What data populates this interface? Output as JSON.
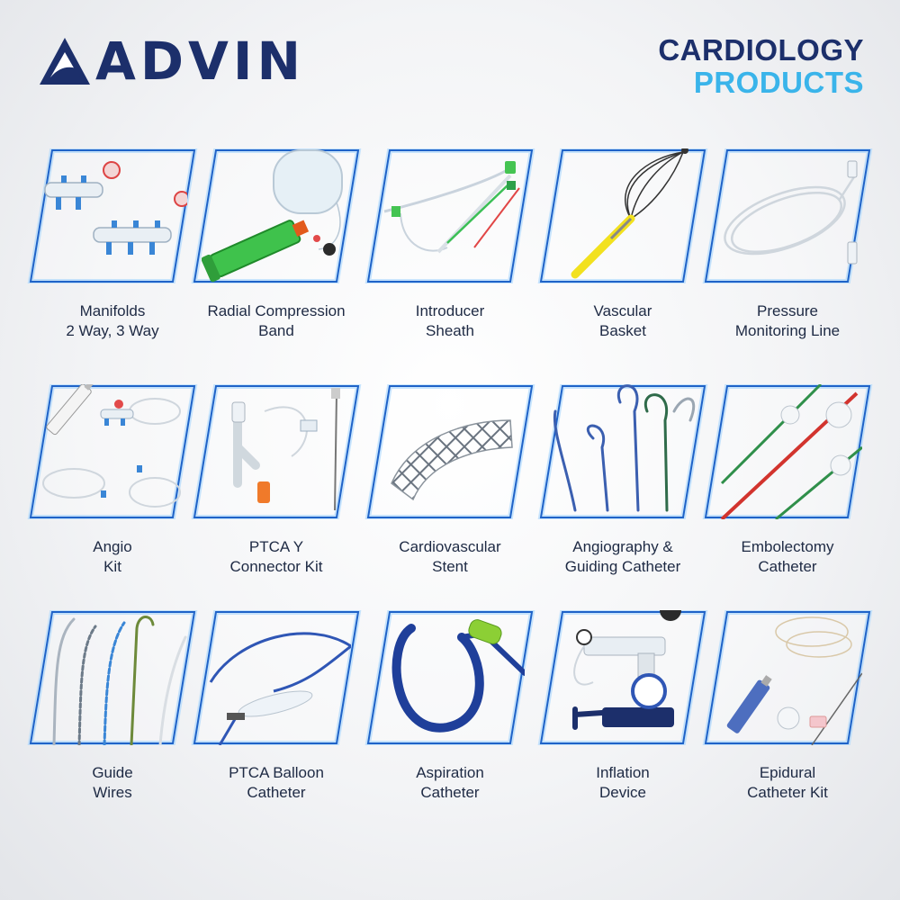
{
  "brand": {
    "name": "ADVIN"
  },
  "heading": {
    "line1": "CARDIOLOGY",
    "line2": "PRODUCTS"
  },
  "colors": {
    "navy": "#1c2f6b",
    "sky": "#3ab4ea",
    "frame": "#1f63c8"
  },
  "products": [
    {
      "line1": "Manifolds",
      "line2": "2 Way, 3 Way",
      "icon": "manifold-icon"
    },
    {
      "line1": "Radial Compression",
      "line2": "Band",
      "icon": "compression-band-icon"
    },
    {
      "line1": "Introducer",
      "line2": "Sheath",
      "icon": "introducer-sheath-icon"
    },
    {
      "line1": "Vascular",
      "line2": "Basket",
      "icon": "vascular-basket-icon"
    },
    {
      "line1": "Pressure",
      "line2": "Monitoring Line",
      "icon": "pressure-line-icon"
    },
    {
      "line1": "Angio",
      "line2": "Kit",
      "icon": "angio-kit-icon"
    },
    {
      "line1": "PTCA Y",
      "line2": "Connector Kit",
      "icon": "y-connector-icon"
    },
    {
      "line1": "Cardiovascular",
      "line2": "Stent",
      "icon": "stent-icon"
    },
    {
      "line1": "Angiography &",
      "line2": "Guiding Catheter",
      "icon": "guiding-catheter-icon"
    },
    {
      "line1": "Embolectomy",
      "line2": "Catheter",
      "icon": "embolectomy-catheter-icon"
    },
    {
      "line1": "Guide",
      "line2": "Wires",
      "icon": "guide-wires-icon"
    },
    {
      "line1": "PTCA Balloon",
      "line2": "Catheter",
      "icon": "balloon-catheter-icon"
    },
    {
      "line1": "Aspiration",
      "line2": "Catheter",
      "icon": "aspiration-catheter-icon"
    },
    {
      "line1": "Inflation",
      "line2": "Device",
      "icon": "inflation-device-icon"
    },
    {
      "line1": "Epidural",
      "line2": "Catheter Kit",
      "icon": "epidural-kit-icon"
    }
  ]
}
